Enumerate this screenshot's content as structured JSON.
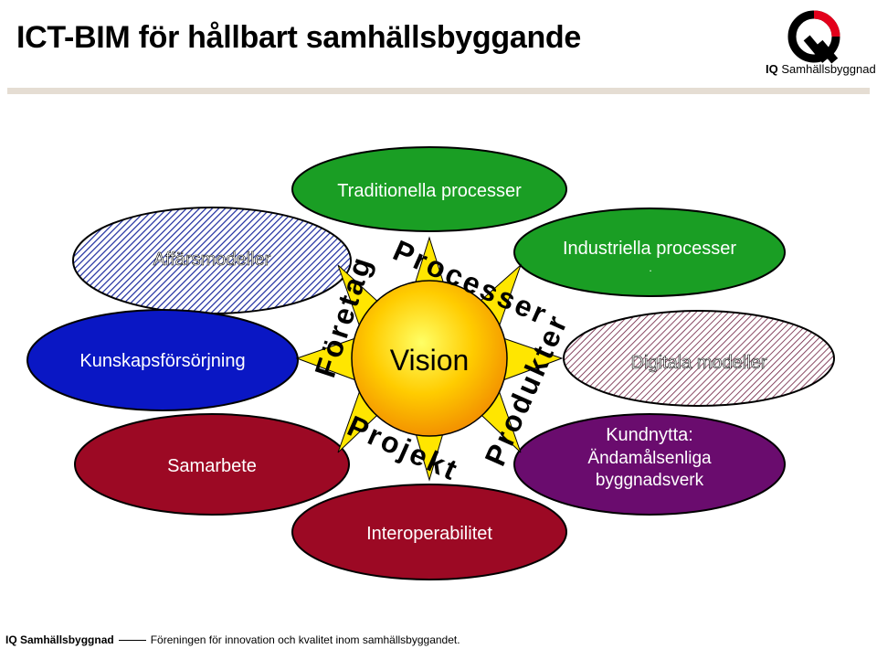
{
  "header": {
    "title": "ICT-BIM för hållbart samhällsbyggande",
    "logo_text_bold": "IQ",
    "logo_text_rest": "Samhällsbyggnad"
  },
  "diagram": {
    "nodes": {
      "traditionella": "Traditionella processer",
      "affarsmodeller": "Affärsmodeller",
      "industriella": "Industriella processer",
      "industriella_dot": ".",
      "kunskap": "Kunskapsförsörjning",
      "digitala": "Digitala modeller",
      "samarbete": "Samarbete",
      "kundnytta_1": "Kundnytta:",
      "kundnytta_2": "Ändamålsenliga",
      "kundnytta_3": "byggnadsverk",
      "interop": "Interoperabilitet"
    },
    "center": {
      "vision": "Vision",
      "foretag": "Företag",
      "processer": "Processer",
      "produkter": "Produkter",
      "projekt": "Projekt"
    }
  },
  "colors": {
    "green": "#1a9e24",
    "blue": "#0a17c4",
    "red": "#9c0924",
    "purple": "#6a0c6e",
    "hatch_blue": "#1b2a9e",
    "hatch_pink": "#6b1a3c",
    "sun_yellow": "#ffe600",
    "sun_core": "#f7a400"
  },
  "footer": {
    "brand": "IQ Samhällsbyggnad",
    "text": "Föreningen för innovation och kvalitet inom samhällsbyggandet."
  }
}
